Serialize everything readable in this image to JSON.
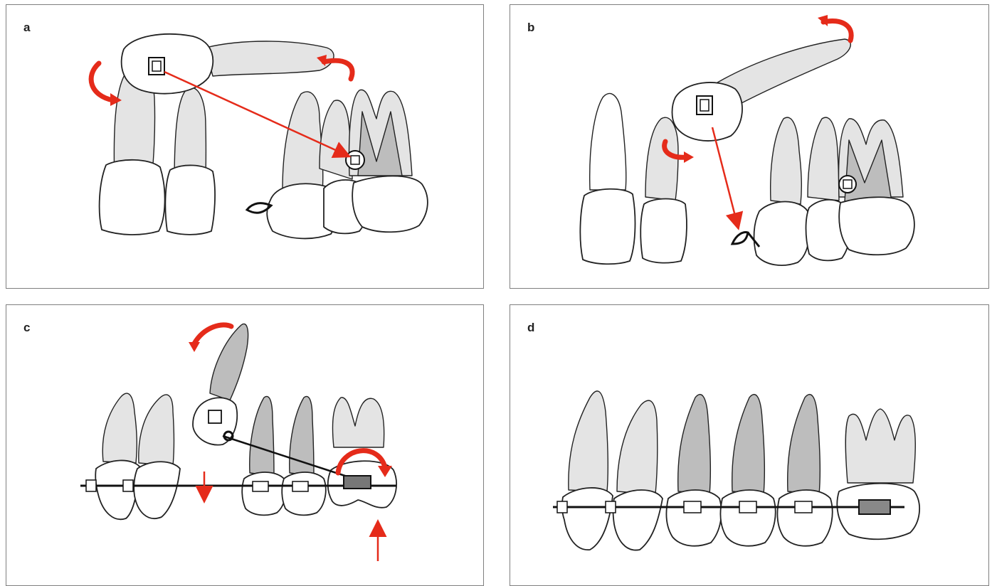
{
  "panels": [
    {
      "label": "a"
    },
    {
      "label": "b"
    },
    {
      "label": "c"
    },
    {
      "label": "d"
    }
  ],
  "colors": {
    "arrow": "#e52b1a",
    "root_light": "#e4e4e4",
    "root_medium": "#bdbdbd",
    "outline": "#222222",
    "wire": "#111111"
  },
  "icons": [
    "bracket-icon",
    "button-attachment-icon",
    "hook-icon",
    "curved-arrow-icon",
    "straight-arrow-icon"
  ]
}
